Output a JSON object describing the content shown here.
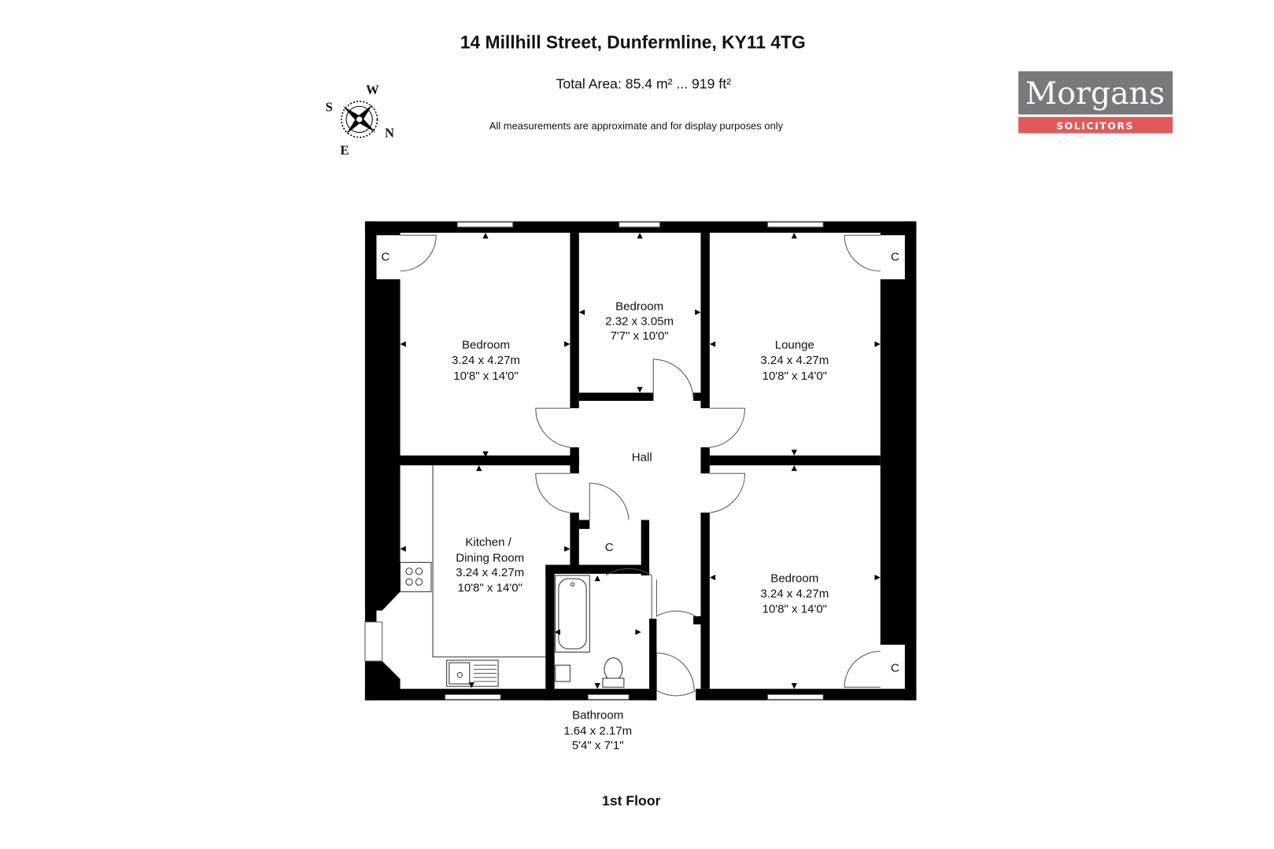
{
  "header": {
    "title": "14 Millhill Street, Dunfermline, KY11 4TG",
    "total_area": "Total Area: 85.4 m² ... 919 ft²",
    "disclaimer": "All measurements are approximate and for display purposes only"
  },
  "compass": {
    "n": "N",
    "s": "S",
    "e": "E",
    "w": "W"
  },
  "logo": {
    "name": "Morgans",
    "tagline": "SOLICITORS",
    "grey": "#78797b",
    "red": "#e05a5a"
  },
  "rooms": [
    {
      "name": "Bedroom",
      "metric": "3.24 x 4.27m",
      "imperial": "10'8\" x 14'0\""
    },
    {
      "name": "Bedroom",
      "metric": "2.32 x 3.05m",
      "imperial": "7'7\" x 10'0\""
    },
    {
      "name": "Lounge",
      "metric": "3.24 x 4.27m",
      "imperial": "10'8\" x 14'0\""
    },
    {
      "name": "Hall"
    },
    {
      "name_line1": "Kitchen /",
      "name_line2": "Dining Room",
      "metric": "3.24 x 4.27m",
      "imperial": "10'8\" x 14'0\""
    },
    {
      "name": "Bedroom",
      "metric": "3.24 x 4.27m",
      "imperial": "10'8\" x 14'0\""
    },
    {
      "name": "Bathroom",
      "metric": "1.64 x 2.17m",
      "imperial": "5'4\" x 7'1\""
    }
  ],
  "cupboard_label": "C",
  "floor_label": "1st Floor"
}
